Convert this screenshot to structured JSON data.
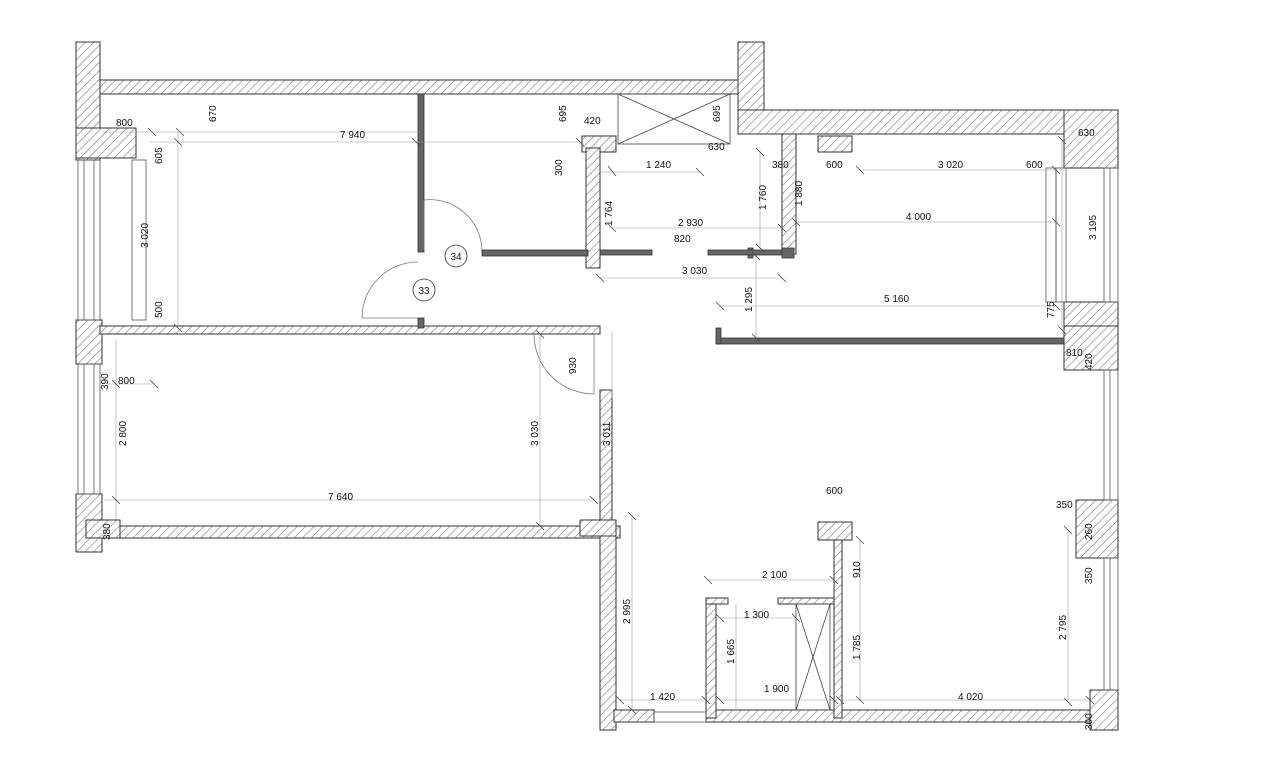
{
  "plan": {
    "room_tags": [
      "34",
      "33"
    ],
    "dimensions": [
      "800",
      "670",
      "7 940",
      "695",
      "420",
      "695",
      "630",
      "605",
      "300",
      "1 240",
      "630",
      "380",
      "600",
      "3 020",
      "600",
      "1 760",
      "1 880",
      "3 020",
      "1 764",
      "2 930",
      "4 000",
      "3 195",
      "820",
      "3 030",
      "500",
      "1 295",
      "5 160",
      "775",
      "810",
      "420",
      "390",
      "800",
      "930",
      "2 800",
      "3 030",
      "3 011",
      "7 640",
      "600",
      "350",
      "380",
      "260",
      "910",
      "2 100",
      "350",
      "1 300",
      "2 995",
      "2 795",
      "1 665",
      "1 785",
      "1 420",
      "1 900",
      "4 020",
      "300"
    ]
  }
}
